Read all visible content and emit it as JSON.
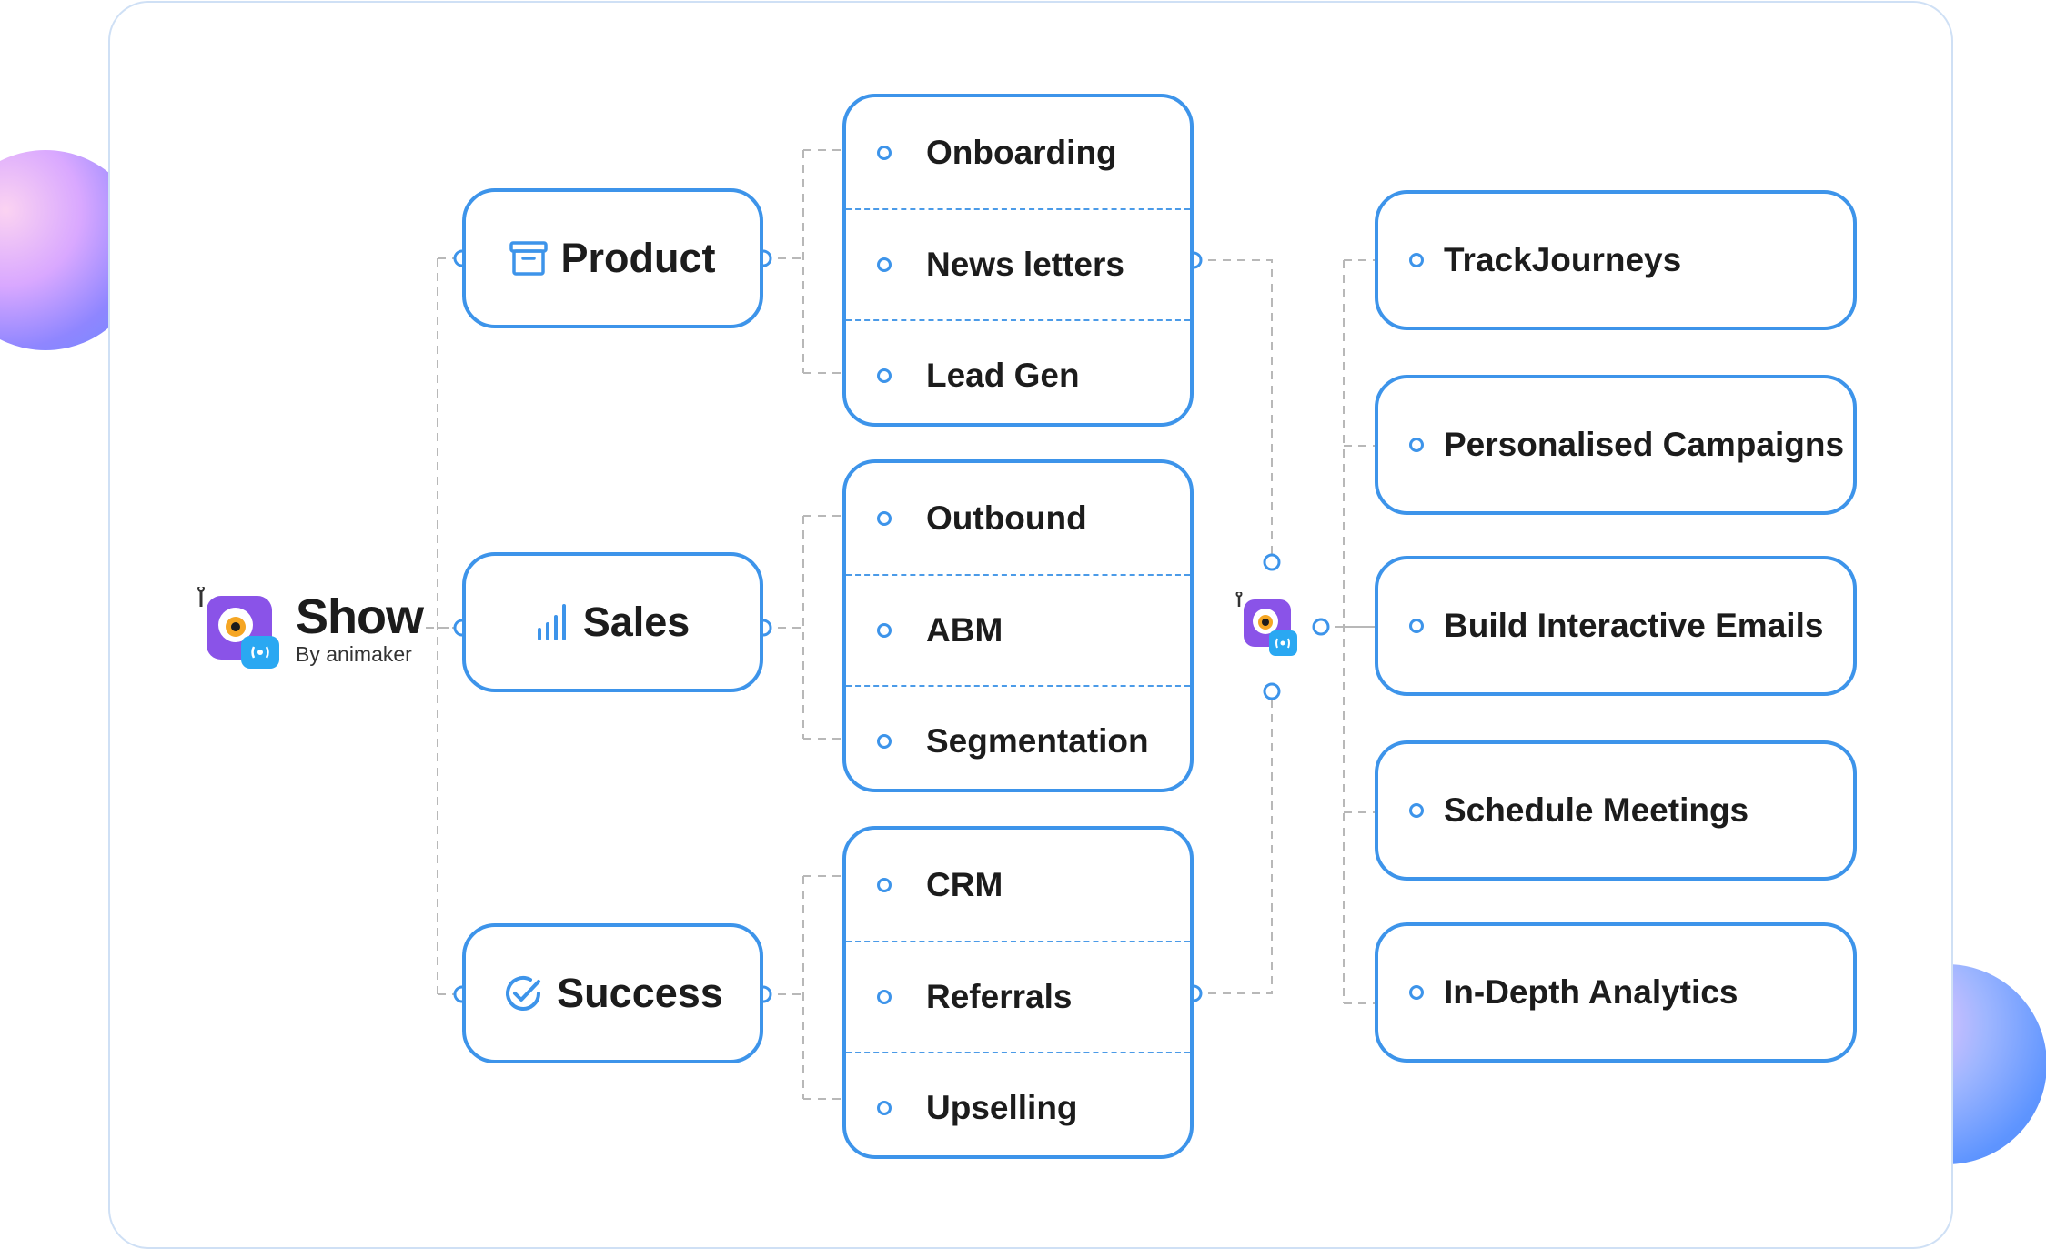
{
  "brand": {
    "name": "Show",
    "tagline": "By animaker"
  },
  "categories": [
    {
      "label": "Product",
      "icon": "archive-box-icon"
    },
    {
      "label": "Sales",
      "icon": "bar-chart-icon"
    },
    {
      "label": "Success",
      "icon": "check-circle-icon"
    }
  ],
  "groups": [
    {
      "items": [
        "Onboarding",
        "News letters",
        "Lead Gen"
      ]
    },
    {
      "items": [
        "Outbound",
        "ABM",
        "Segmentation"
      ]
    },
    {
      "items": [
        "CRM",
        "Referrals",
        "Upselling"
      ]
    }
  ],
  "features": [
    "TrackJourneys",
    "Personalised Campaigns",
    "Build Interactive Emails",
    "Schedule Meetings",
    "In-Depth Analytics"
  ],
  "colors": {
    "accent": "#3d94ea",
    "connector": "#b8b8b8",
    "logo_purple": "#8a53e8",
    "logo_blue": "#2aa8f2",
    "text": "#1c1c1c"
  }
}
